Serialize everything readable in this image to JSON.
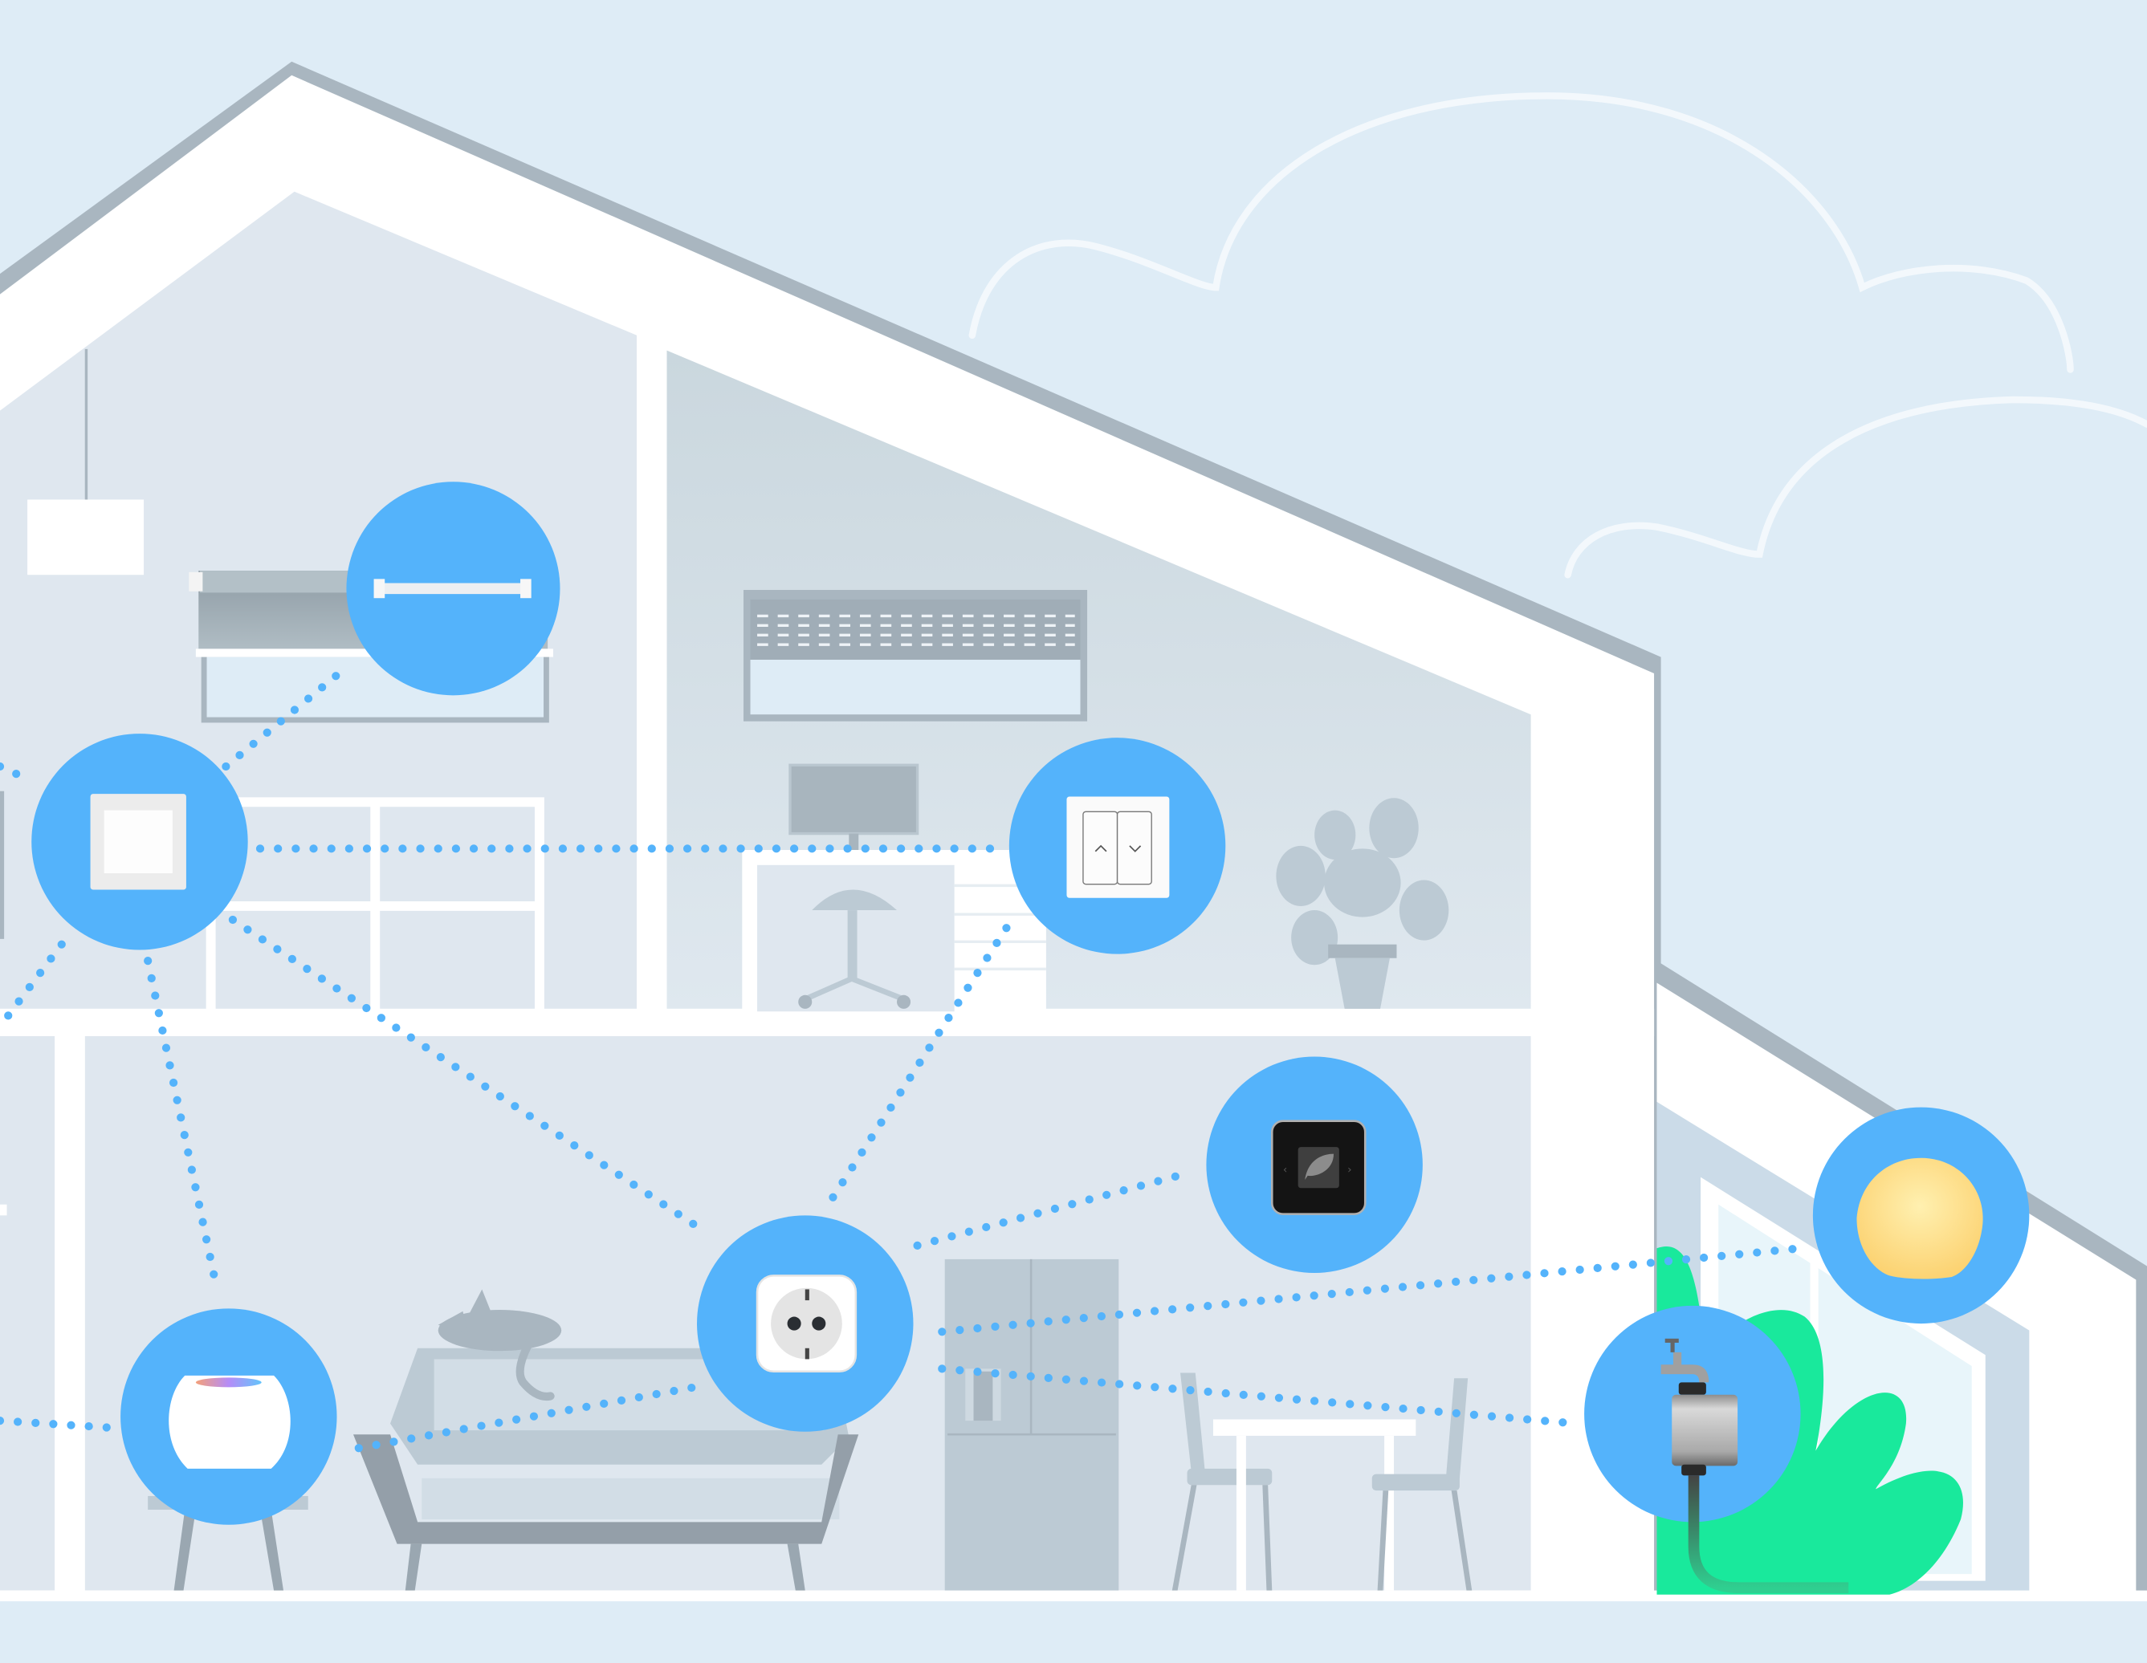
{
  "scene": {
    "title": "Smart home device network illustration",
    "colors": {
      "sky": "#deecf6",
      "roof_edge": "#a9b6c0",
      "wall": "#ffffff",
      "room": "#dfe7ef",
      "room_attic": "#cbd8df",
      "furniture": "#bcc9d3",
      "furniture_dark": "#949fa9",
      "device_circle": "#54b3fb",
      "link_dot": "#54b3fb",
      "plant_green": "#19e99c",
      "lamp_glow": "#fde49e"
    }
  },
  "devices": [
    {
      "id": "blind-motor",
      "label": "Roller blind motor",
      "icon": "blind-rod-icon"
    },
    {
      "id": "light-switch",
      "label": "Light switch",
      "icon": "switch-icon"
    },
    {
      "id": "blind-switch",
      "label": "Blind up/down switch",
      "icon": "up-down-switch-icon",
      "glyphs": [
        "^",
        "v"
      ]
    },
    {
      "id": "thermostat",
      "label": "Thermostat display",
      "icon": "leaf-display-icon",
      "glyphs": [
        "<",
        ">"
      ]
    },
    {
      "id": "smart-plug",
      "label": "Smart plug socket",
      "icon": "socket-icon"
    },
    {
      "id": "smart-speaker",
      "label": "Smart speaker",
      "icon": "speaker-icon"
    },
    {
      "id": "garden-lamp",
      "label": "Outdoor globe lamp",
      "icon": "globe-lamp-icon"
    },
    {
      "id": "water-controller",
      "label": "Water tap controller",
      "icon": "water-valve-icon"
    }
  ]
}
